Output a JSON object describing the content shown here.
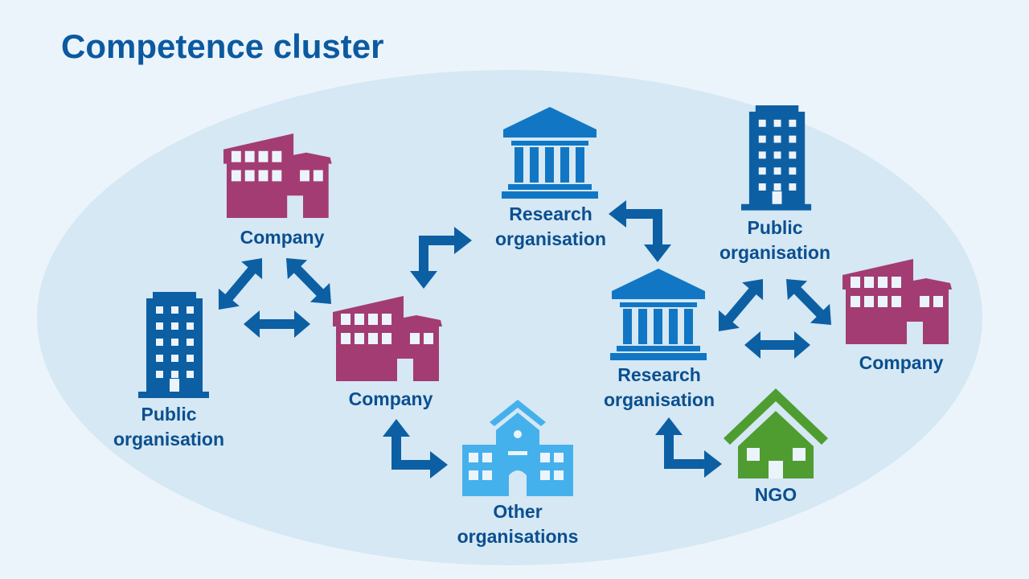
{
  "title": "Competence cluster",
  "colors": {
    "background": "#ecf4fb",
    "ellipse": "#d5e8f4",
    "title": "#0b5aa0",
    "label": "#0b4f8f",
    "arrow": "#0d5fa3",
    "public_org": "#0d5fa3",
    "company": "#a33c73",
    "research_org": "#1177c4",
    "other_org": "#45b1ec",
    "ngo": "#4f9d31"
  },
  "nodes": [
    {
      "id": "company-top-left",
      "type": "company",
      "icon": "factory-icon",
      "label": [
        "Company"
      ]
    },
    {
      "id": "public-org-left",
      "type": "public_org",
      "icon": "office-building-icon",
      "label": [
        "Public",
        "organisation"
      ]
    },
    {
      "id": "company-center",
      "type": "company",
      "icon": "factory-icon",
      "label": [
        "Company"
      ]
    },
    {
      "id": "research-org-top",
      "type": "research_org",
      "icon": "institution-icon",
      "label": [
        "Research",
        "organisation"
      ]
    },
    {
      "id": "other-orgs",
      "type": "other_org",
      "icon": "school-building-icon",
      "label": [
        "Other",
        "organisations"
      ]
    },
    {
      "id": "public-org-right",
      "type": "public_org",
      "icon": "office-building-icon",
      "label": [
        "Public",
        "organisation"
      ]
    },
    {
      "id": "research-org-right",
      "type": "research_org",
      "icon": "institution-icon",
      "label": [
        "Research",
        "organisation"
      ]
    },
    {
      "id": "company-right",
      "type": "company",
      "icon": "factory-icon",
      "label": [
        "Company"
      ]
    },
    {
      "id": "ngo",
      "type": "ngo",
      "icon": "house-icon",
      "label": [
        "NGO"
      ]
    }
  ],
  "connections": [
    {
      "from": "company-top-left",
      "to": "public-org-left",
      "style": "double-arrow"
    },
    {
      "from": "company-top-left",
      "to": "company-center",
      "style": "double-arrow"
    },
    {
      "from": "public-org-left",
      "to": "company-center",
      "style": "double-arrow"
    },
    {
      "from": "company-center",
      "to": "research-org-top",
      "style": "elbow-double-arrow"
    },
    {
      "from": "company-center",
      "to": "other-orgs",
      "style": "elbow-double-arrow"
    },
    {
      "from": "research-org-top",
      "to": "research-org-right",
      "style": "elbow-double-arrow"
    },
    {
      "from": "public-org-right",
      "to": "research-org-right",
      "style": "double-arrow"
    },
    {
      "from": "public-org-right",
      "to": "company-right",
      "style": "double-arrow"
    },
    {
      "from": "research-org-right",
      "to": "company-right",
      "style": "double-arrow"
    },
    {
      "from": "research-org-right",
      "to": "ngo",
      "style": "elbow-double-arrow"
    }
  ]
}
